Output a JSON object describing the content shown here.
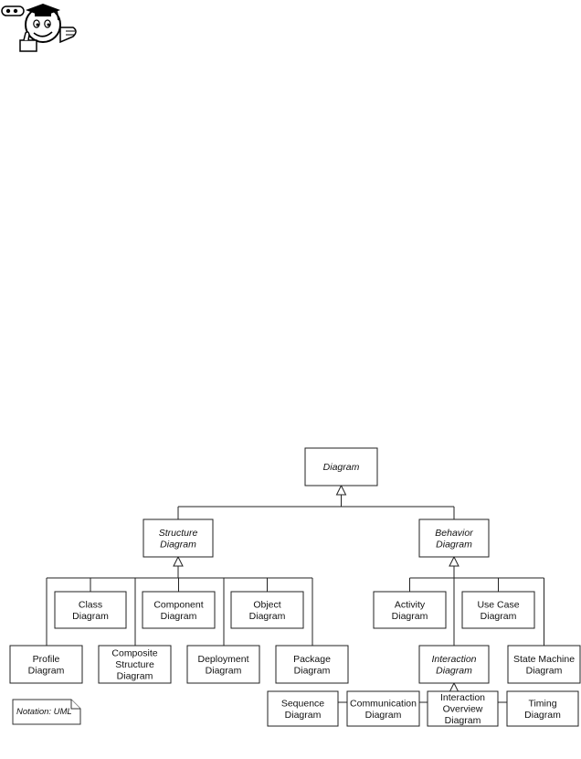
{
  "nodes": [
    {
      "id": "diagram",
      "lines": [
        "Diagram"
      ],
      "abstract": true
    },
    {
      "id": "structure",
      "lines": [
        "Structure",
        "Diagram"
      ],
      "abstract": true
    },
    {
      "id": "behavior",
      "lines": [
        "Behavior",
        "Diagram"
      ],
      "abstract": true
    },
    {
      "id": "class",
      "lines": [
        "Class",
        "Diagram"
      ],
      "abstract": false
    },
    {
      "id": "component",
      "lines": [
        "Component",
        "Diagram"
      ],
      "abstract": false
    },
    {
      "id": "object",
      "lines": [
        "Object",
        "Diagram"
      ],
      "abstract": false
    },
    {
      "id": "profile",
      "lines": [
        "Profile",
        "Diagram"
      ],
      "abstract": false
    },
    {
      "id": "composite",
      "lines": [
        "Composite",
        "Structure",
        "Diagram"
      ],
      "abstract": false
    },
    {
      "id": "deployment",
      "lines": [
        "Deployment",
        "Diagram"
      ],
      "abstract": false
    },
    {
      "id": "package",
      "lines": [
        "Package",
        "Diagram"
      ],
      "abstract": false
    },
    {
      "id": "activity",
      "lines": [
        "Activity",
        "Diagram"
      ],
      "abstract": false
    },
    {
      "id": "usecase",
      "lines": [
        "Use Case",
        "Diagram"
      ],
      "abstract": false
    },
    {
      "id": "interaction",
      "lines": [
        "Interaction",
        "Diagram"
      ],
      "abstract": true
    },
    {
      "id": "statemachine",
      "lines": [
        "State Machine",
        "Diagram"
      ],
      "abstract": false
    },
    {
      "id": "sequence",
      "lines": [
        "Sequence",
        "Diagram"
      ],
      "abstract": false
    },
    {
      "id": "communication",
      "lines": [
        "Communication",
        "Diagram"
      ],
      "abstract": false
    },
    {
      "id": "overview",
      "lines": [
        "Interaction",
        "Overview",
        "Diagram"
      ],
      "abstract": false
    },
    {
      "id": "timing",
      "lines": [
        "Timing",
        "Diagram"
      ],
      "abstract": false
    }
  ],
  "generalizations": [
    {
      "parent": "diagram",
      "children": [
        "structure",
        "behavior"
      ]
    },
    {
      "parent": "structure",
      "children": [
        "class",
        "component",
        "object",
        "profile",
        "composite",
        "deployment",
        "package"
      ]
    },
    {
      "parent": "behavior",
      "children": [
        "activity",
        "usecase",
        "interaction",
        "statemachine"
      ]
    },
    {
      "parent": "interaction",
      "children": [
        "sequence",
        "communication",
        "overview",
        "timing"
      ]
    }
  ],
  "note": {
    "text": "Notation: UML"
  },
  "mascot": {
    "icon": "cartoon-graduate-thumbs-up-icon"
  }
}
